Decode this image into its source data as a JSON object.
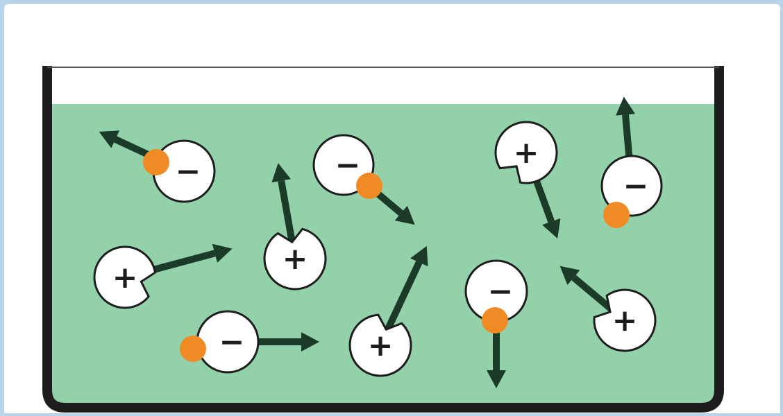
{
  "colors": {
    "frame": "#b9d3e8",
    "panel": "#ffffff",
    "water": "#92d1aa",
    "beaker_wall": "#1d1d1d",
    "ion_fill": "#ffffff",
    "ion_stroke": "#1d1d1d",
    "arrow": "#1b3a28",
    "electron": "#f08a24"
  },
  "labels": {
    "positive": "+",
    "negative": "−"
  },
  "ions": [
    {
      "name": "anion-1",
      "charge": "negative",
      "icon": "negative-ion-icon",
      "has_electron": true
    },
    {
      "name": "anion-2",
      "charge": "negative",
      "icon": "negative-ion-icon",
      "has_electron": true
    },
    {
      "name": "cation-1",
      "charge": "positive",
      "icon": "positive-ion-icon",
      "has_electron": false
    },
    {
      "name": "anion-3",
      "charge": "negative",
      "icon": "negative-ion-icon",
      "has_electron": true
    },
    {
      "name": "cation-2",
      "charge": "positive",
      "icon": "positive-ion-icon",
      "has_electron": false
    },
    {
      "name": "cation-3",
      "charge": "positive",
      "icon": "positive-ion-icon",
      "has_electron": false
    },
    {
      "name": "anion-4",
      "charge": "negative",
      "icon": "negative-ion-icon",
      "has_electron": true
    },
    {
      "name": "cation-4",
      "charge": "positive",
      "icon": "positive-ion-icon",
      "has_electron": false
    },
    {
      "name": "anion-5",
      "charge": "negative",
      "icon": "negative-ion-icon",
      "has_electron": true
    },
    {
      "name": "cation-5",
      "charge": "positive",
      "icon": "positive-ion-icon",
      "has_electron": false
    }
  ]
}
